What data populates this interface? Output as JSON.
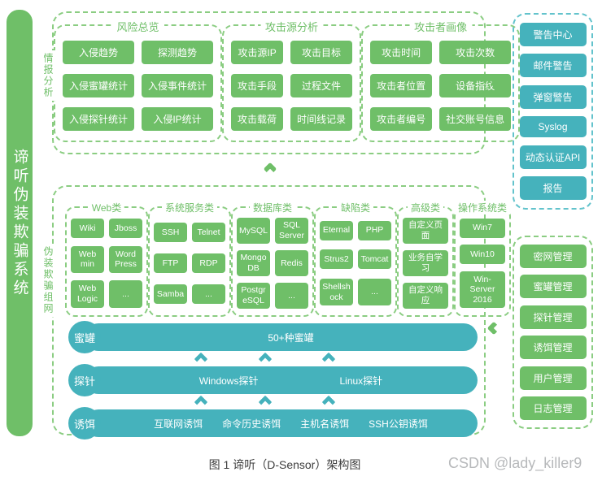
{
  "brand": {
    "vertical_title": "谛听伪装欺骗系统"
  },
  "intel": {
    "label": "情报分析",
    "groups": [
      {
        "title": "风险总览",
        "buttons": [
          "入侵趋势",
          "探测趋势",
          "入侵蜜罐统计",
          "入侵事件统计",
          "入侵探针统计",
          "入侵IP统计"
        ]
      },
      {
        "title": "攻击源分析",
        "buttons": [
          "攻击源IP",
          "攻击目标",
          "攻击手段",
          "过程文件",
          "攻击载荷",
          "时间线记录"
        ]
      },
      {
        "title": "攻击者画像",
        "buttons": [
          "攻击时间",
          "攻击次数",
          "攻击者位置",
          "设备指纹",
          "攻击者编号",
          "社交账号信息"
        ]
      }
    ]
  },
  "deception": {
    "label": "伪装欺骗组网",
    "categories": [
      {
        "title": "Web类",
        "buttons": [
          "Wiki",
          "Jboss",
          "Web min",
          "Word Press",
          "Web Logic",
          "..."
        ]
      },
      {
        "title": "系统服务类",
        "buttons": [
          "SSH",
          "Telnet",
          "FTP",
          "RDP",
          "Samba",
          "..."
        ]
      },
      {
        "title": "数据库类",
        "buttons": [
          "MySQL",
          "SQL Server",
          "Mongo DB",
          "Redis",
          "Postgr eSQL",
          "..."
        ]
      },
      {
        "title": "缺陷类",
        "buttons": [
          "Eternal",
          "PHP",
          "Strus2",
          "Tomcat",
          "Shellsh ock",
          "..."
        ]
      },
      {
        "title": "高级类",
        "buttons": [
          "自定义页面",
          "业务自学习",
          "自定义响应"
        ]
      },
      {
        "title": "操作系统类",
        "buttons": [
          "Win7",
          "Win10",
          "Win-Server 2016"
        ]
      }
    ],
    "layers": {
      "honeypot": {
        "label": "蜜罐",
        "items": [
          "50+种蜜罐"
        ]
      },
      "probe": {
        "label": "探针",
        "items": [
          "Windows探针",
          "Linux探针"
        ]
      },
      "bait": {
        "label": "诱饵",
        "items": [
          "互联网诱饵",
          "命令历史诱饵",
          "主机名诱饵",
          "SSH公钥诱饵"
        ]
      }
    }
  },
  "alerts": {
    "buttons": [
      "警告中心",
      "邮件警告",
      "弹窗警告",
      "Syslog",
      "动态认证API",
      "报告"
    ]
  },
  "management": {
    "buttons": [
      "密网管理",
      "蜜罐管理",
      "探针管理",
      "诱饵管理",
      "用户管理",
      "日志管理"
    ]
  },
  "caption": "图 1 谛听（D-Sensor）架构图",
  "watermark": "CSDN @lady_killer9",
  "colors": {
    "green": "#6fbf68",
    "teal": "#45b2bc",
    "green_border": "#8bcd82",
    "teal_border": "#63c3cc"
  }
}
